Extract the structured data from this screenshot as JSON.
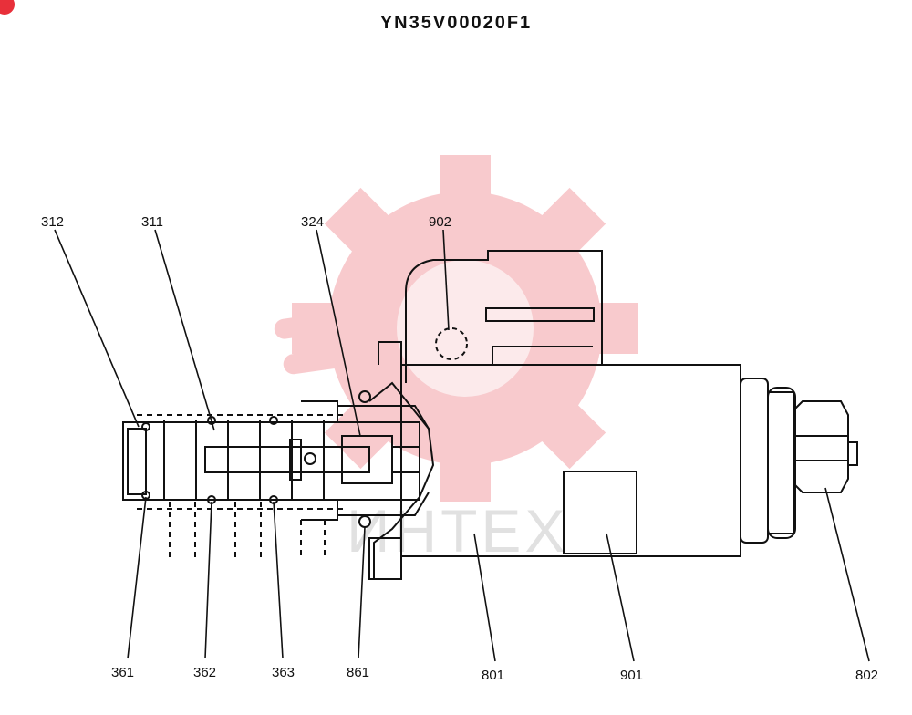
{
  "title": "YN35V00020F1",
  "watermark_text": "ИНТЕХ",
  "callouts": [
    {
      "id": "312",
      "label": "312"
    },
    {
      "id": "311",
      "label": "311"
    },
    {
      "id": "324",
      "label": "324"
    },
    {
      "id": "902",
      "label": "902"
    },
    {
      "id": "361",
      "label": "361"
    },
    {
      "id": "362",
      "label": "362"
    },
    {
      "id": "363",
      "label": "363"
    },
    {
      "id": "861",
      "label": "861"
    },
    {
      "id": "801",
      "label": "801"
    },
    {
      "id": "901",
      "label": "901"
    },
    {
      "id": "802",
      "label": "802"
    }
  ],
  "colors": {
    "line": "#111111",
    "watermark_logo": "#f4a0a6",
    "badge": "#e8303a"
  }
}
